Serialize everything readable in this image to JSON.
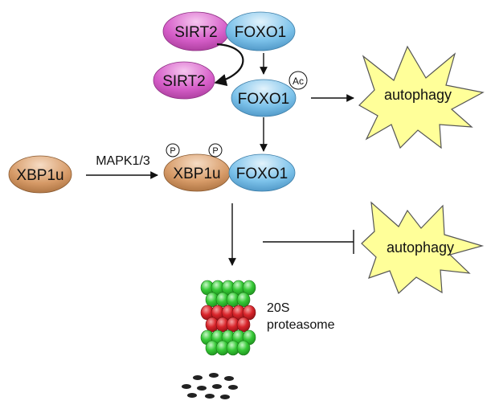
{
  "nodes": {
    "sirt2_top": "SIRT2",
    "foxo1_top": "FOXO1",
    "sirt2_released": "SIRT2",
    "foxo1_acetylated": "FOXO1",
    "xbp1u_left": "XBP1u",
    "xbp1u_phosphorylated": "XBP1u",
    "foxo1_bound": "FOXO1"
  },
  "modifications": {
    "acetyl": "Ac",
    "phospho_1": "P",
    "phospho_2": "P"
  },
  "edges": {
    "kinase_label": "MAPK1/3"
  },
  "outcomes": {
    "autophagy_top": "autophagy",
    "autophagy_bottom": "autophagy"
  },
  "proteasome": {
    "line1": "20S",
    "line2": "proteasome"
  },
  "colors": {
    "sirt2": "#d65ec9",
    "foxo1": "#7cc2ea",
    "xbp1u": "#d79b68",
    "starburst": "#ffff99",
    "proteasome_green": "#2ec42e",
    "proteasome_red": "#d9252b",
    "fragment": "#222222"
  }
}
